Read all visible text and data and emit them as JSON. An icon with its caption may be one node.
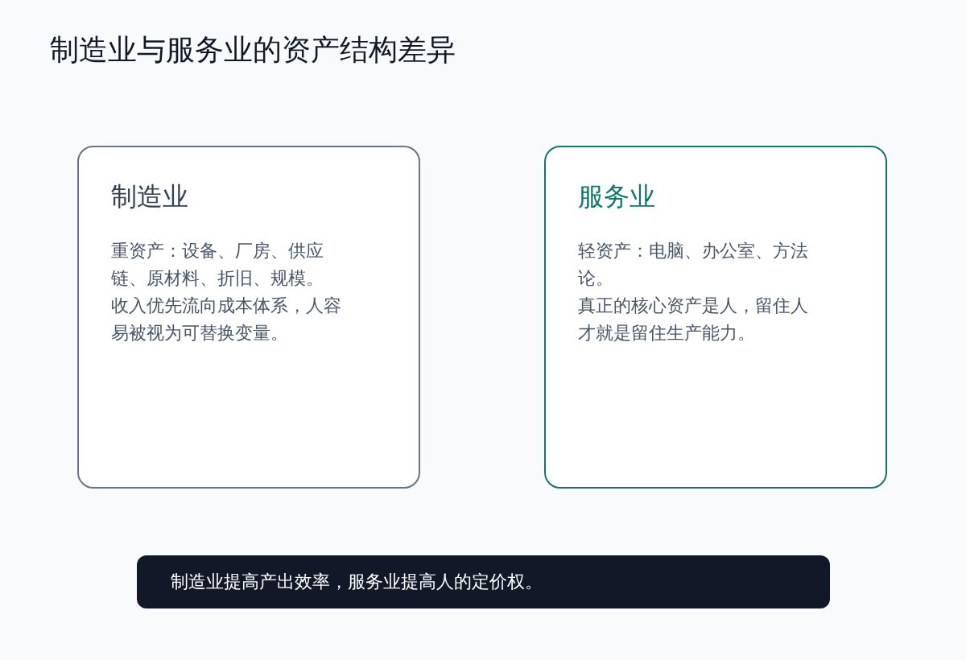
{
  "diagram": {
    "title": "制造业与服务业的资产结构差异",
    "nodes": [
      {
        "text": [
          "制造业",
          "重资产：设备、厂房、供应链、原材料、折旧、规模。",
          "收入优先流向成本体系，人容易被视为可替换变量。"
        ]
      },
      {
        "text": [
          "服务业",
          "轻资产：电脑、办公室、方法论。",
          "真正的核心资产是人，留住人才就是留住生产能力。"
        ]
      },
      {
        "text": [
          "制造业提高产出效率，服务业提高人的定价权。"
        ]
      }
    ]
  }
}
